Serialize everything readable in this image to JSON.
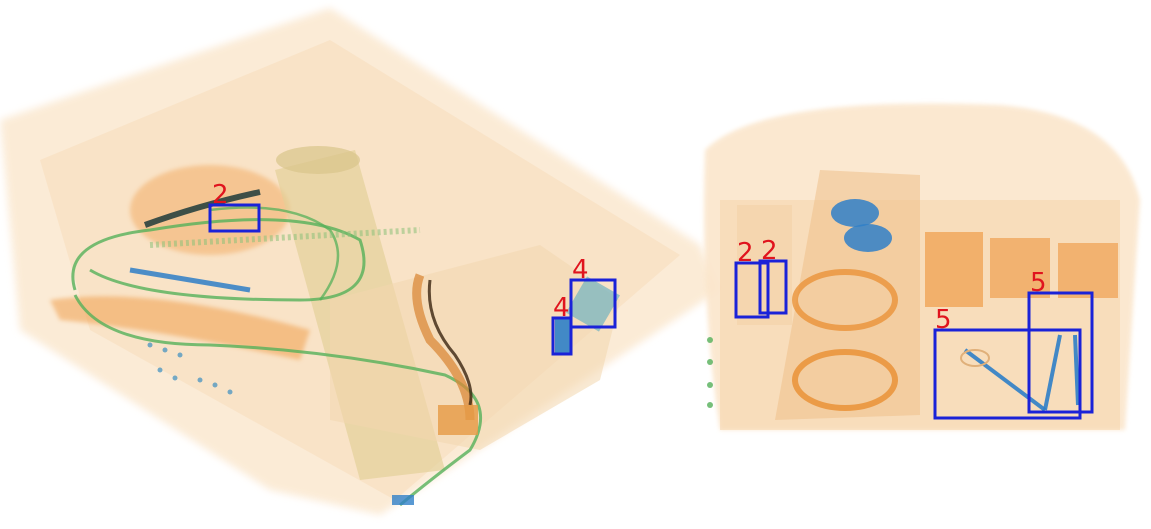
{
  "image": {
    "description_colors": {
      "background": "#ffffff",
      "organic_orange": "#f0a050",
      "light_organic": "#f7d7b0",
      "inorganic_green": "#55b05a",
      "metal_blue": "#2f7fc8",
      "box_stroke": "#1a22d8",
      "label_color": "#e0141e"
    }
  },
  "detections": [
    {
      "label": "2"
    },
    {
      "label": "4"
    },
    {
      "label": "4"
    },
    {
      "label": "2"
    },
    {
      "label": "2"
    },
    {
      "label": "5"
    },
    {
      "label": "5"
    }
  ]
}
